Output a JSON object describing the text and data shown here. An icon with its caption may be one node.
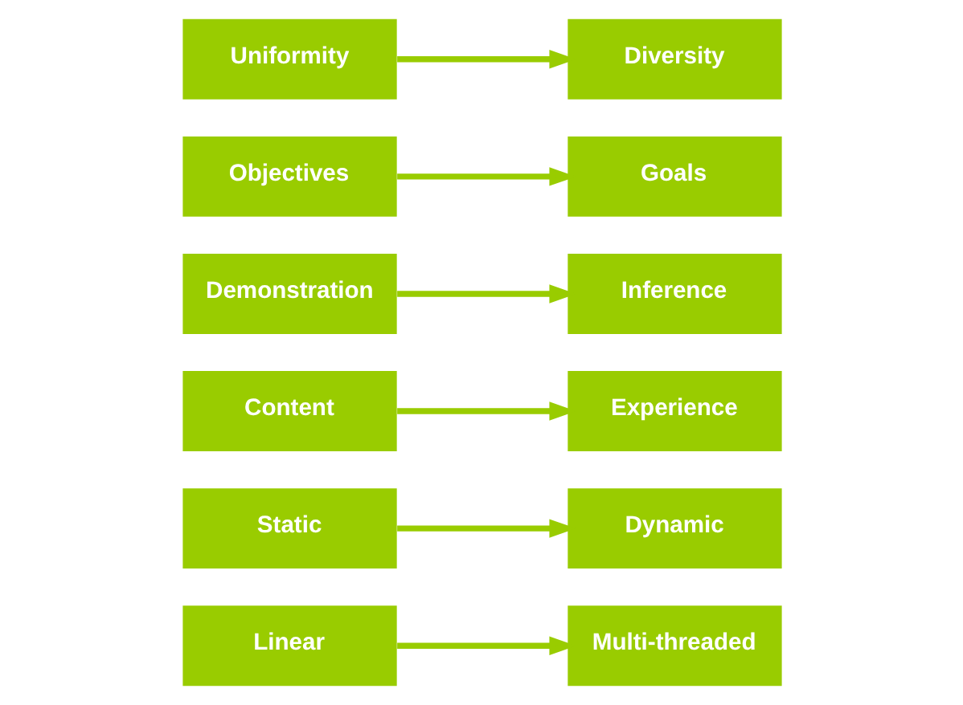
{
  "diagram": {
    "nodes": [
      {
        "text": [
          "Linear"
        ]
      },
      {
        "text": [
          "Multi-threaded"
        ]
      },
      {
        "text": [
          "Static"
        ]
      },
      {
        "text": [
          "Dynamic"
        ]
      },
      {
        "text": [
          "Content"
        ]
      },
      {
        "text": [
          "Experience"
        ]
      },
      {
        "text": [
          "Demonstration"
        ]
      },
      {
        "text": [
          "Inference"
        ]
      },
      {
        "text": [
          "Objectives"
        ]
      },
      {
        "text": [
          "Goals"
        ]
      },
      {
        "text": [
          "Uniformity"
        ]
      },
      {
        "text": [
          "Diversity"
        ]
      }
    ],
    "edges": [
      {
        "from": 0,
        "to": 1,
        "arrow": "to"
      },
      {
        "from": 2,
        "to": 3,
        "arrow": "to"
      },
      {
        "from": 4,
        "to": 5,
        "arrow": "to"
      },
      {
        "from": 6,
        "to": 7,
        "arrow": "to"
      },
      {
        "from": 8,
        "to": 9,
        "arrow": "to"
      },
      {
        "from": 10,
        "to": 11,
        "arrow": "to"
      }
    ]
  }
}
